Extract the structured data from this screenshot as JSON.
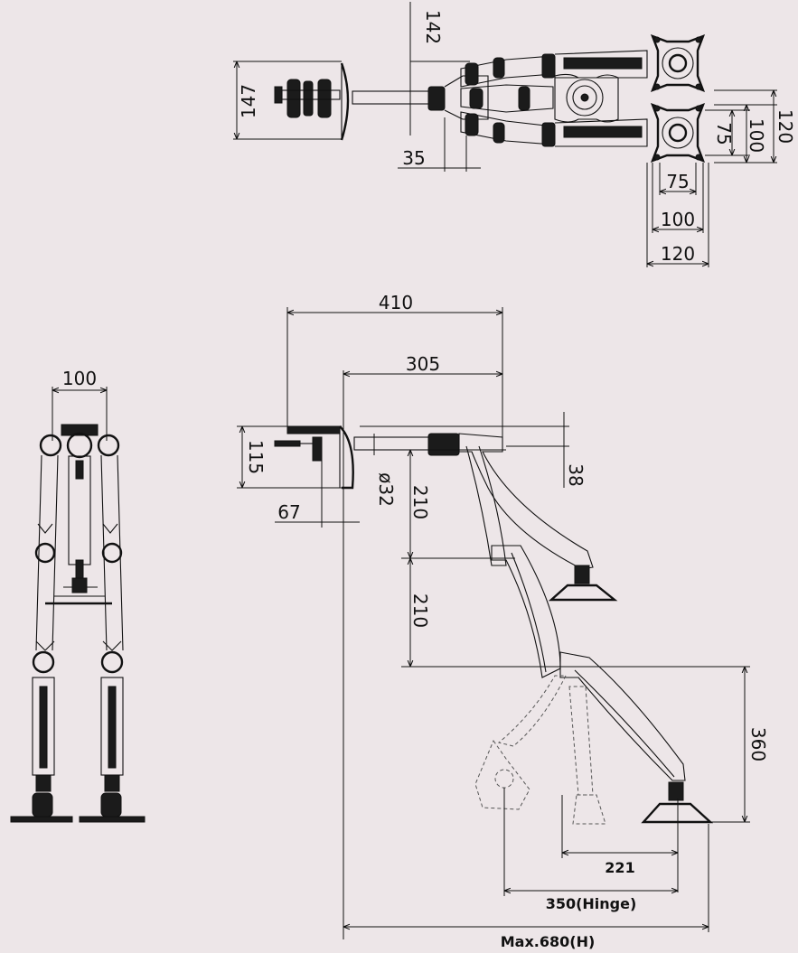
{
  "top_view": {
    "clamp_height": "147",
    "offset_top": "142",
    "pole_offset": "35",
    "vesa_v_75": "75",
    "vesa_v_100": "100",
    "vesa_v_120": "120",
    "vesa_h_75": "75",
    "vesa_h_100": "100",
    "vesa_h_120": "120"
  },
  "front_view": {
    "width": "100"
  },
  "side_view": {
    "reach_410": "410",
    "reach_305": "305",
    "clamp_115": "115",
    "pole_dia": "ø32",
    "arm_38": "38",
    "drop_210_a": "210",
    "drop_210_b": "210",
    "clamp_67": "67",
    "height_360": "360",
    "dist_221": "221",
    "hinge_350": "350(Hinge)",
    "max_680": "Max.680(H)"
  }
}
